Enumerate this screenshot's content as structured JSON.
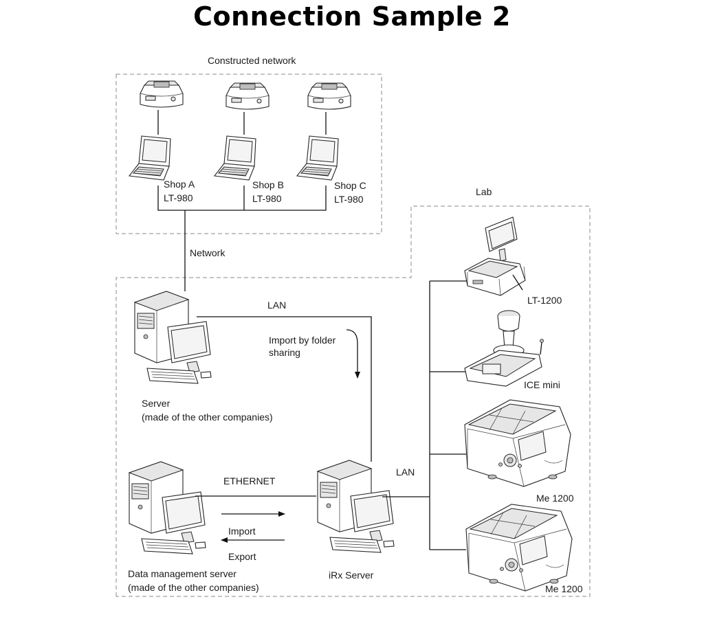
{
  "title": "Connection Sample 2",
  "zones": {
    "constructed_network": "Constructed network",
    "lab": "Lab"
  },
  "shops": [
    {
      "name": "Shop A",
      "model": "LT-980"
    },
    {
      "name": "Shop B",
      "model": "LT-980"
    },
    {
      "name": "Shop C",
      "model": "LT-980"
    }
  ],
  "links": {
    "network": "Network",
    "lan_top": "LAN",
    "import_folder_line1": "Import by folder",
    "import_folder_line2": "sharing",
    "ethernet": "ETHERNET",
    "import": "Import",
    "export": "Export",
    "lan_lab": "LAN"
  },
  "nodes": {
    "server_line1": "Server",
    "server_line2": "(made of the other companies)",
    "dms_line1": "Data management server",
    "dms_line2": "(made of the other companies)",
    "irx": "iRx Server"
  },
  "lab_devices": [
    "LT-1200",
    "ICE mini",
    "Me 1200",
    "Me 1200"
  ]
}
